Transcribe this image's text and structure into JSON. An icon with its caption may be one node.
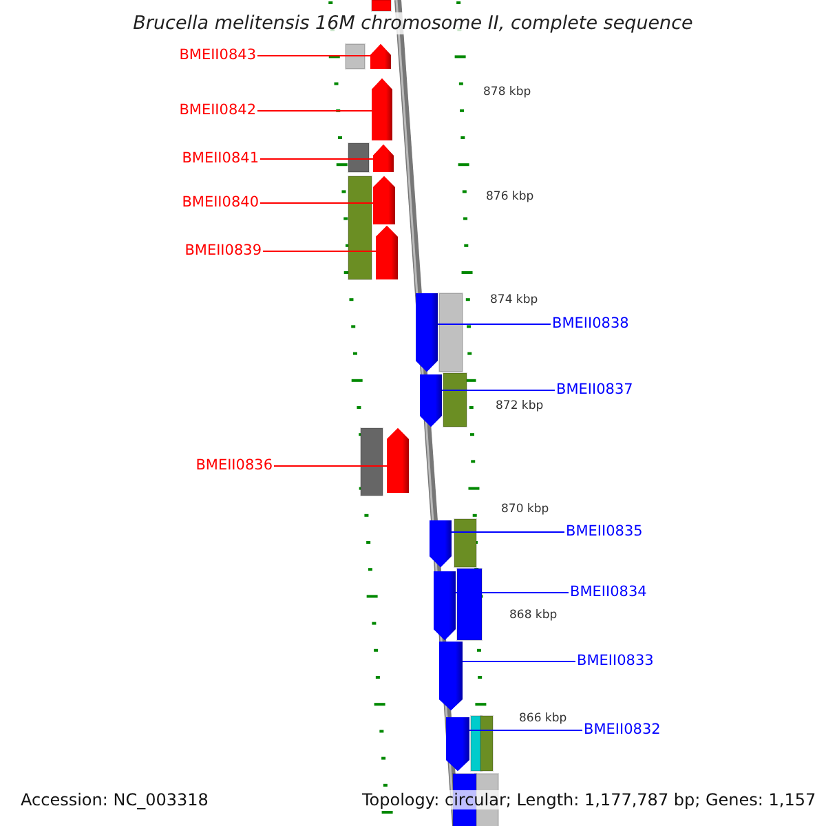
{
  "diagram": {
    "title": "Brucella melitensis 16M chromosome II, complete sequence",
    "nodes": [
      {
        "text": [
          "BMEII0843"
        ]
      },
      {
        "text": [
          "BMEII0842"
        ]
      },
      {
        "text": [
          "BMEII0841"
        ]
      },
      {
        "text": [
          "BMEII0840"
        ]
      },
      {
        "text": [
          "BMEII0839"
        ]
      },
      {
        "text": [
          "BMEII0838"
        ]
      },
      {
        "text": [
          "BMEII0837"
        ]
      },
      {
        "text": [
          "BMEII0836"
        ]
      },
      {
        "text": [
          "BMEII0835"
        ]
      },
      {
        "text": [
          "BMEII0834"
        ]
      },
      {
        "text": [
          "BMEII0833"
        ]
      },
      {
        "text": [
          "BMEII0832"
        ]
      },
      {
        "text": [],
        "shape": "pentagon"
      },
      {
        "text": [],
        "shape": "pentagon"
      },
      {
        "text": [],
        "shape": "pentagon"
      },
      {
        "text": [],
        "shape": "pentagon"
      },
      {
        "text": [],
        "shape": "pentagon"
      },
      {
        "text": [],
        "shape": "pentagon"
      },
      {
        "text": [],
        "shape": "pentagon"
      },
      {
        "text": [],
        "shape": "pentagon"
      },
      {
        "text": [],
        "shape": "pentagon"
      },
      {
        "text": [],
        "shape": "pentagon"
      },
      {
        "text": [],
        "shape": "pentagon"
      },
      {
        "text": [],
        "shape": "pentagon"
      }
    ],
    "edges": [
      {
        "from": 0,
        "to": 12,
        "arrow": "none",
        "color": "#ff0000"
      },
      {
        "from": 1,
        "to": 13,
        "arrow": "none",
        "color": "#ff0000"
      },
      {
        "from": 2,
        "to": 14,
        "arrow": "none",
        "color": "#ff0000"
      },
      {
        "from": 3,
        "to": 15,
        "arrow": "none",
        "color": "#ff0000"
      },
      {
        "from": 4,
        "to": 16,
        "arrow": "none",
        "color": "#ff0000"
      },
      {
        "from": 5,
        "to": 17,
        "arrow": "none",
        "color": "#0000ff"
      },
      {
        "from": 6,
        "to": 18,
        "arrow": "none",
        "color": "#0000ff"
      },
      {
        "from": 7,
        "to": 19,
        "arrow": "none",
        "color": "#ff0000"
      },
      {
        "from": 8,
        "to": 20,
        "arrow": "none",
        "color": "#0000ff"
      },
      {
        "from": 9,
        "to": 21,
        "arrow": "none",
        "color": "#0000ff"
      },
      {
        "from": 10,
        "to": 22,
        "arrow": "none",
        "color": "#0000ff"
      },
      {
        "from": 11,
        "to": 23,
        "arrow": "none",
        "color": "#0000ff"
      }
    ],
    "labels": [
      "878 kbp",
      "876 kbp",
      "874 kbp",
      "872 kbp",
      "870 kbp",
      "868 kbp",
      "866 kbp",
      "Accession: NC_003318",
      "Topology: circular; Length: 1,177,787 bp; Genes: 1,157"
    ]
  }
}
